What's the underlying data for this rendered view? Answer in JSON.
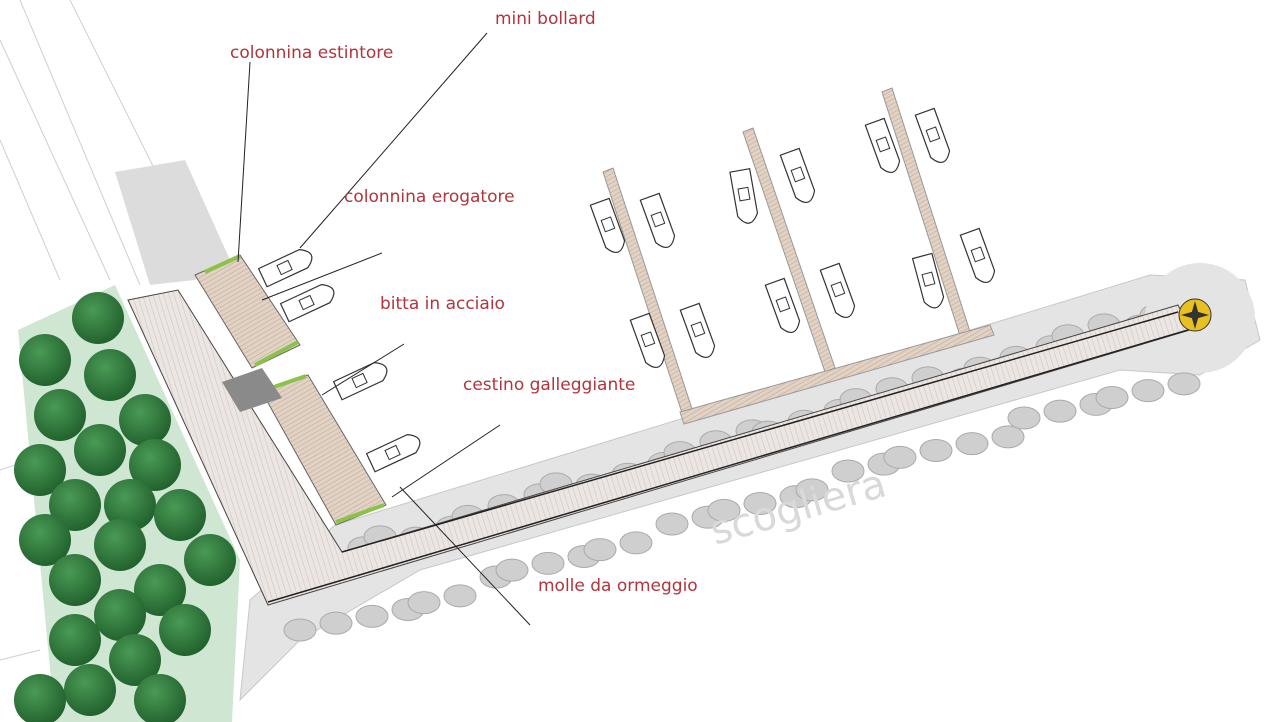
{
  "labels": {
    "mini_bollard": "mini bollard",
    "colonnina_estintore": "colonnina estintore",
    "colonnina_erogatore": "colonnina erogatore",
    "bitta_in_acciaio": "bitta in acciaio",
    "cestino_galleggiante": "cestino galleggiante",
    "molle_da_ormeggio": "molle da ormeggio",
    "scogliera": "scogliera"
  },
  "colors": {
    "label": "#b2343c",
    "trees": "#2e7a3c",
    "deck": "#e2d2c4",
    "rock": "#d6d6d6",
    "beacon": "#e8c020"
  }
}
